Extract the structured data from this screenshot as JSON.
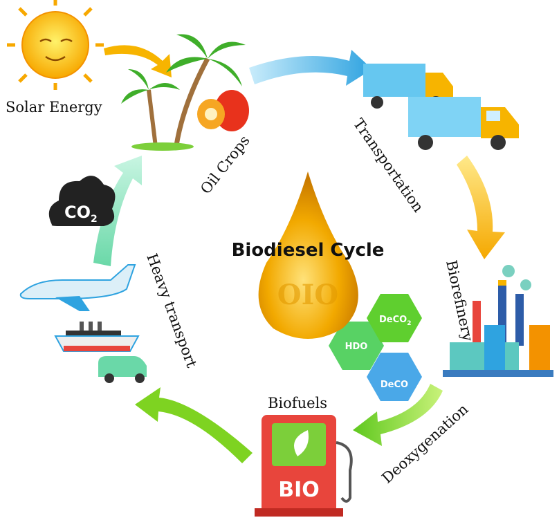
{
  "title": "Biodiesel Cycle",
  "stages": {
    "solar": "Solar Energy",
    "oil_crops": "Oil Crops",
    "transportation": "Transportation",
    "biorefinery": "Biorefinery",
    "deoxygenation": "Deoxygenation",
    "biofuels": "Biofuels",
    "heavy_transport": "Heavy transport"
  },
  "processes": {
    "hdo": "HDO",
    "deco2": "DeCO",
    "deco2_sub": "2",
    "deco": "DeCO"
  },
  "pump_label": "BIO",
  "co2": {
    "text": "CO",
    "sub": "2"
  },
  "drop_text": "OIO",
  "colors": {
    "arrow_blue": "#5bb8ea",
    "arrow_yellow": "#f7b400",
    "arrow_green": "#7ed321",
    "arrow_mint": "#7fe0b0",
    "pump_red": "#e8453c",
    "drop_gold": "#f2a900"
  }
}
